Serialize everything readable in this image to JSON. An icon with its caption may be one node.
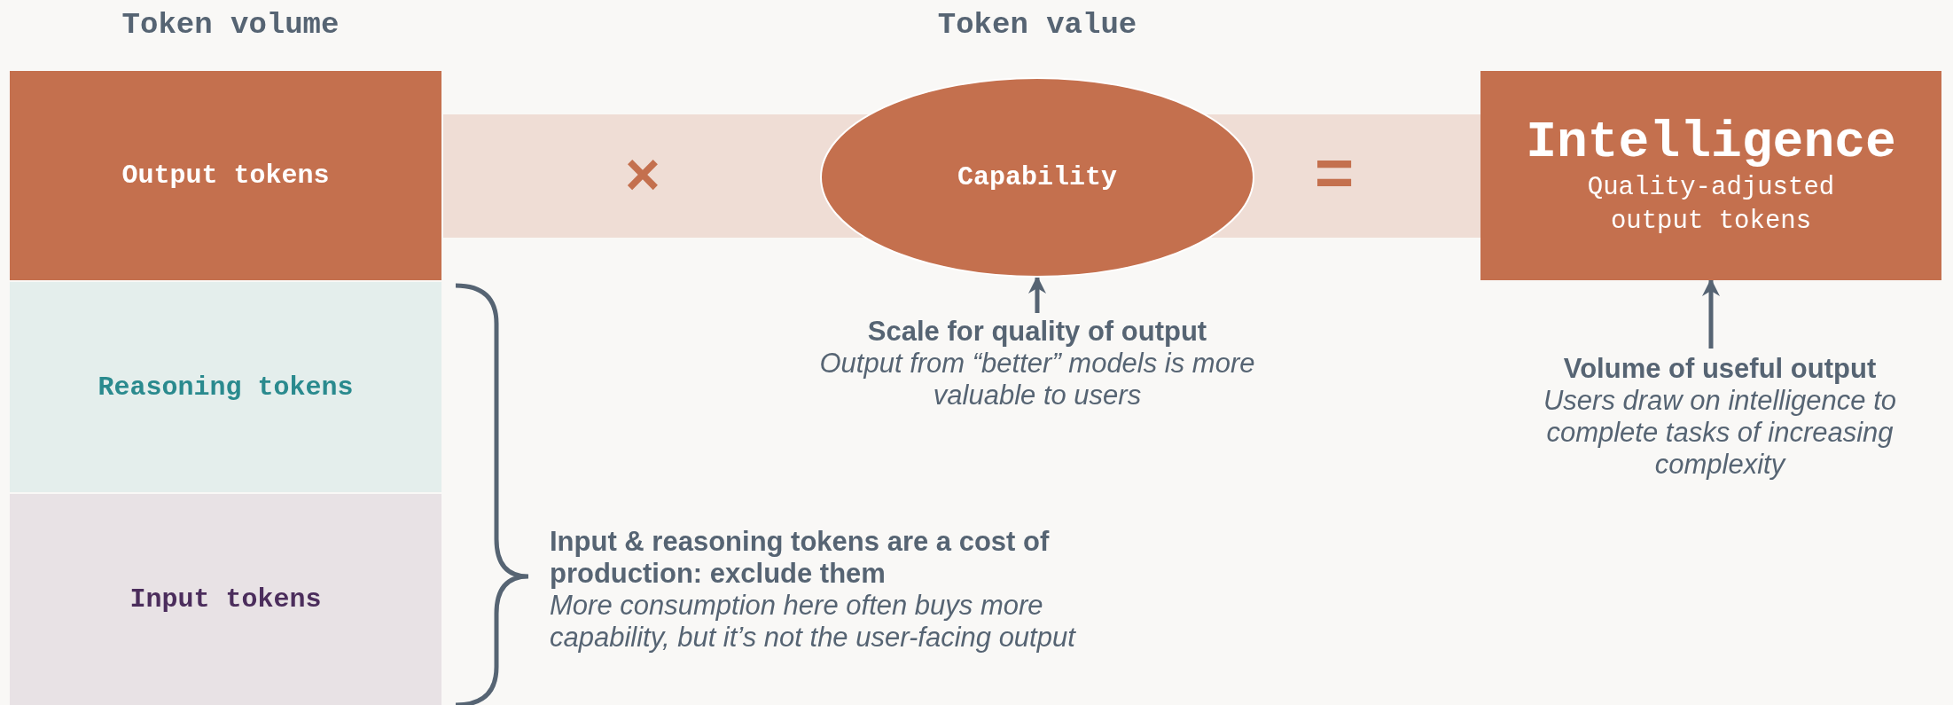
{
  "diagram": {
    "nodes": [
      {
        "text": [
          "Output tokens"
        ]
      },
      {
        "text": [
          "Reasoning tokens"
        ]
      },
      {
        "text": [
          "Input tokens"
        ]
      },
      {
        "text": [
          "Capability"
        ]
      },
      {
        "text": [
          "Intelligence",
          "Quality-adjusted output tokens"
        ]
      },
      {
        "text": [
          "Scale for quality of output",
          "Output from “better” models is more valuable to users"
        ]
      },
      {
        "text": [
          "Volume of useful output",
          "Users draw on intelligence to complete tasks of increasing complexity"
        ]
      },
      {
        "text": [
          "Input & reasoning tokens are a cost of production: exclude them",
          "More consumption here often buys more capability, but it’s not the user-facing output"
        ]
      }
    ],
    "edges": [
      {
        "from": 5,
        "to": 3,
        "arrow": "to"
      },
      {
        "from": 6,
        "to": 4,
        "arrow": "to"
      }
    ],
    "labels": [
      "Token volume",
      "Token value",
      "×",
      "="
    ]
  }
}
